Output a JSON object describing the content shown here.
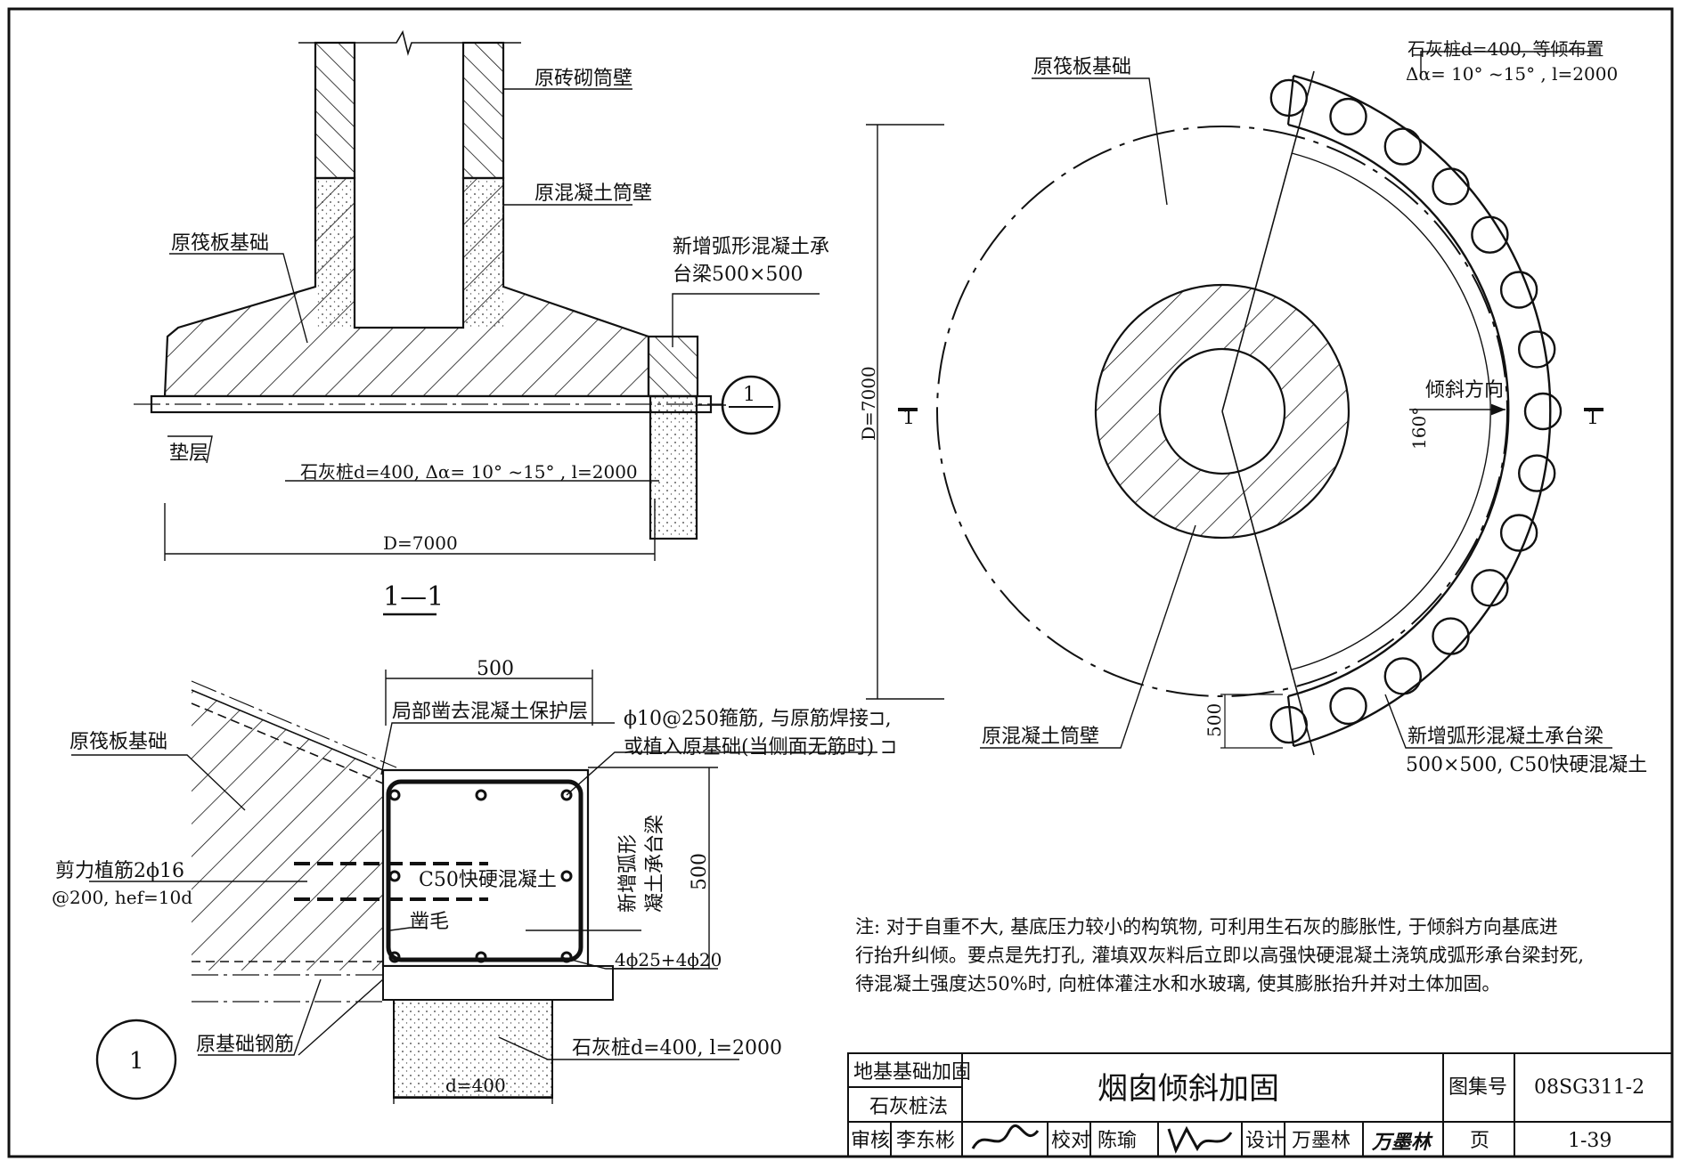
{
  "section": {
    "brick_wall": "原砖砌筒壁",
    "concrete_wall": "原混凝土筒壁",
    "raft": "原筏板基础",
    "new_beam_1": "新增弧形混凝土承",
    "new_beam_2": "台梁500×500",
    "cushion": "垫层",
    "pile": "石灰桩d=400, Δα= 10° ~15° , l=2000",
    "dim_d": "D=7000",
    "callout_no": "1",
    "title": "1—1"
  },
  "plan": {
    "raft": "原筏板基础",
    "pile_1": "石灰桩d=400, 等倾布置",
    "pile_2": "Δα= 10° ~15° , l=2000",
    "dim_d": "D=7000",
    "cut_left": "1",
    "cut_right": "1",
    "tilt": "倾斜方向",
    "angle": "160°",
    "dim_500": "500",
    "concrete_wall": "原混凝土筒壁",
    "beam_1": "新增弧形混凝土承台梁",
    "beam_2": "500×500, C50快硬混凝土"
  },
  "detail": {
    "dim_top": "500",
    "chisel_cover": "局部凿去混凝土保护层",
    "stirrup_1": "ϕ10@250箍筋, 与原筋焊接⊐,",
    "stirrup_2": "或植入原基础(当侧面无筋时) ⊐",
    "raft": "原筏板基础",
    "shear_1": "剪力植筋2ϕ16",
    "shear_2": "@200, hef=10d",
    "concrete": "C50快硬混凝土",
    "rough": "凿毛",
    "new_beam_v1": "新增弧形",
    "new_beam_v2": "凝土承台梁",
    "dim_side": "500",
    "rebar": "4ϕ25+4ϕ20",
    "orig_rebar": "原基础钢筋",
    "pile": "石灰桩d=400, l=2000",
    "dim_pile": "d=400",
    "callout_no": "1"
  },
  "note": {
    "line1": "注: 对于自重不大, 基底压力较小的构筑物, 可利用生石灰的膨胀性, 于倾斜方向基底进",
    "line2": "行抬升纠倾。要点是先打孔, 灌填双灰料后立即以高强快硬混凝土浇筑成弧形承台梁封死,",
    "line3": "待混凝土强度达50%时, 向桩体灌注水和水玻璃, 使其膨胀抬升并对土体加固。"
  },
  "titleblock": {
    "cat1": "地基基础加固",
    "cat2": "石灰桩法",
    "title": "烟囱倾斜加固",
    "atlas_label": "图集号",
    "atlas_no": "08SG311-2",
    "review": "审核",
    "reviewer": "李东彬",
    "check": "校对",
    "checker": "陈瑜",
    "design": "设计",
    "designer": "万墨林",
    "designer_sig": "万墨林",
    "page_label": "页",
    "page_no": "1-39"
  }
}
